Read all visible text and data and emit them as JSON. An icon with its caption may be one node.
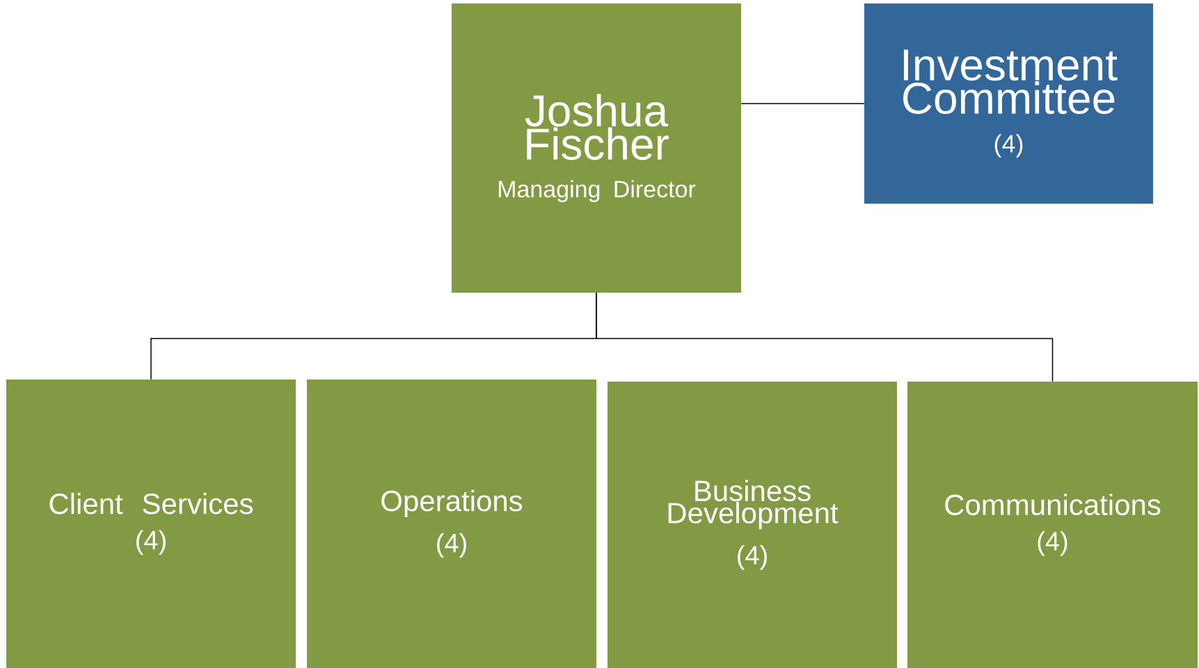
{
  "diagram": {
    "nodes": [
      {
        "text": [
          "Joshua Fischer",
          "Managing Director"
        ]
      },
      {
        "text": [
          "Investment Committee",
          "(4)"
        ]
      },
      {
        "text": [
          "Client Services",
          "(4)"
        ]
      },
      {
        "text": [
          "Operations",
          "(4)"
        ]
      },
      {
        "text": [
          "Business Development",
          "(4)"
        ]
      },
      {
        "text": [
          "Communications",
          "(4)"
        ]
      }
    ],
    "edges": [
      {
        "from": 0,
        "to": 1,
        "arrow": "none"
      },
      {
        "from": 0,
        "to": 2,
        "arrow": "none"
      },
      {
        "from": 0,
        "to": 5,
        "arrow": "none"
      }
    ]
  }
}
